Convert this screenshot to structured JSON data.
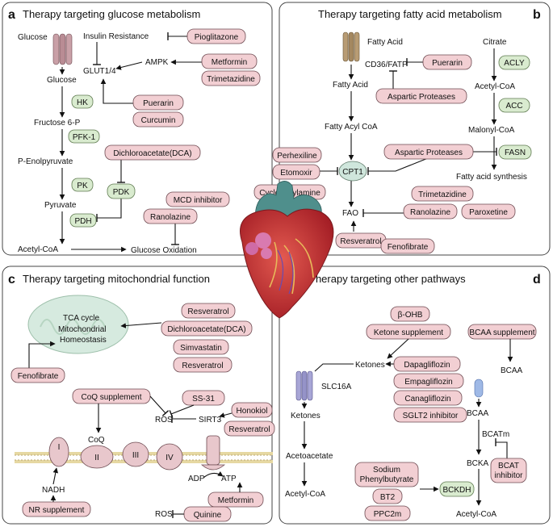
{
  "panels": {
    "a": {
      "letter": "a",
      "title": "Therapy targeting glucose metabolism"
    },
    "b": {
      "letter": "b",
      "title": "Therapy targeting fatty acid metabolism"
    },
    "c": {
      "letter": "c",
      "title": "Therapy targeting mitochondrial function"
    },
    "d": {
      "letter": "d",
      "title": "Therapy targeting other pathways"
    }
  },
  "a": {
    "glucose_top": "Glucose",
    "glucose": "Glucose",
    "f6p": "Fructose 6-P",
    "pep": "P-Enolpyruvate",
    "pyruvate": "Pyruvate",
    "acetyl": "Acetyl-CoA",
    "oxidation": "Glucose Oxidation",
    "insulin": "Insulin Resistance",
    "glut": "GLUT1/4",
    "ampk": "AMPK",
    "hk": "HK",
    "pfk": "PFK-1",
    "pk": "PK",
    "pdh": "PDH",
    "pdk": "PDK",
    "pioglitazone": "Pioglitazone",
    "metformin": "Metformin",
    "trimetazidine": "Trimetazidine",
    "puerarin": "Puerarin",
    "curcumin": "Curcumin",
    "dca": "Dichloroacetate(DCA)",
    "mcd": "MCD inhibitor",
    "ranolazine": "Ranolazine"
  },
  "b": {
    "fatty_acid_top": "Fatty Acid",
    "cd36": "CD36/FATP",
    "fatty_acid": "Fatty Acid",
    "acyl": "Fatty Acyl CoA",
    "cpt1": "CPT1",
    "fao": "FAO",
    "puerarin": "Puerarin",
    "asp1": "Aspartic Proteases",
    "asp2": "Aspartic Proteases",
    "perhexiline": "Perhexiline",
    "etomoxir": "Etomoxir",
    "cyclohexylamine": "Cyclohexylamine",
    "trimetazidine": "Trimetazidine",
    "ranolazine": "Ranolazine",
    "paroxetine": "Paroxetine",
    "resveratrol": "Resveratrol",
    "fenofibrate": "Fenofibrate",
    "citrate": "Citrate",
    "acly": "ACLY",
    "acetyl": "Acetyl-CoA",
    "acc": "ACC",
    "malonyl": "Malonyl-CoA",
    "fasn": "FASN",
    "synthesis": "Fatty acid synthesis"
  },
  "c": {
    "tca": "TCA cycle",
    "mito1": "Mitochondrial",
    "mito2": "Homeostasis",
    "resveratrol1": "Resveratrol",
    "dca": "Dichloroacetate(DCA)",
    "simvastatin": "Simvastatin",
    "resveratrol2": "Resveratrol",
    "fenofibrate": "Fenofibrate",
    "coq_supp": "CoQ supplement",
    "ss31": "SS-31",
    "honokiol": "Honokiol",
    "resveratrol3": "Resveratrol",
    "ros": "ROS",
    "sirt3": "SIRT3",
    "coq": "CoQ",
    "c1": "I",
    "c2": "II",
    "c3": "III",
    "c4": "IV",
    "adp": "ADP",
    "atp": "ATP",
    "nadh": "NADH",
    "nr": "NR supplement",
    "metformin": "Metformin",
    "quinine": "Quinine",
    "ros2": "ROS"
  },
  "d": {
    "bohb": "β-OHB",
    "ketone_supp": "Ketone supplement",
    "ketones_top": "Ketones",
    "dapa": "Dapagliflozin",
    "empa": "Empagliflozin",
    "cana": "Canagliflozin",
    "sglt2": "SGLT2 inhibitor",
    "slc": "SLC16A",
    "ketones": "Ketones",
    "acetoacetate": "Acetoacetate",
    "acetyl_left": "Acetyl-CoA",
    "bcaa_supp": "BCAA supplement",
    "bcaa_top": "BCAA",
    "bcaa": "BCAA",
    "bcatm": "BCATm",
    "bckat1": "BCAT",
    "bckat2": "inhibitor",
    "bcka": "BCKA",
    "sodium1": "Sodium",
    "sodium2": "Phenylbutyrate",
    "bt2": "BT2",
    "ppc": "PPC2m",
    "bckdh": "BCKDH",
    "acetyl_right": "Acetyl-CoA"
  },
  "colors": {
    "drug": "#f2cfd3",
    "enzyme": "#d9ebcf",
    "mito": "#d6eadf",
    "heart": "#c83a3a"
  },
  "icons": [
    "transporter-icon",
    "mitochondrion-icon",
    "heart-icon",
    "membrane-icon",
    "atp-synthase-icon"
  ]
}
